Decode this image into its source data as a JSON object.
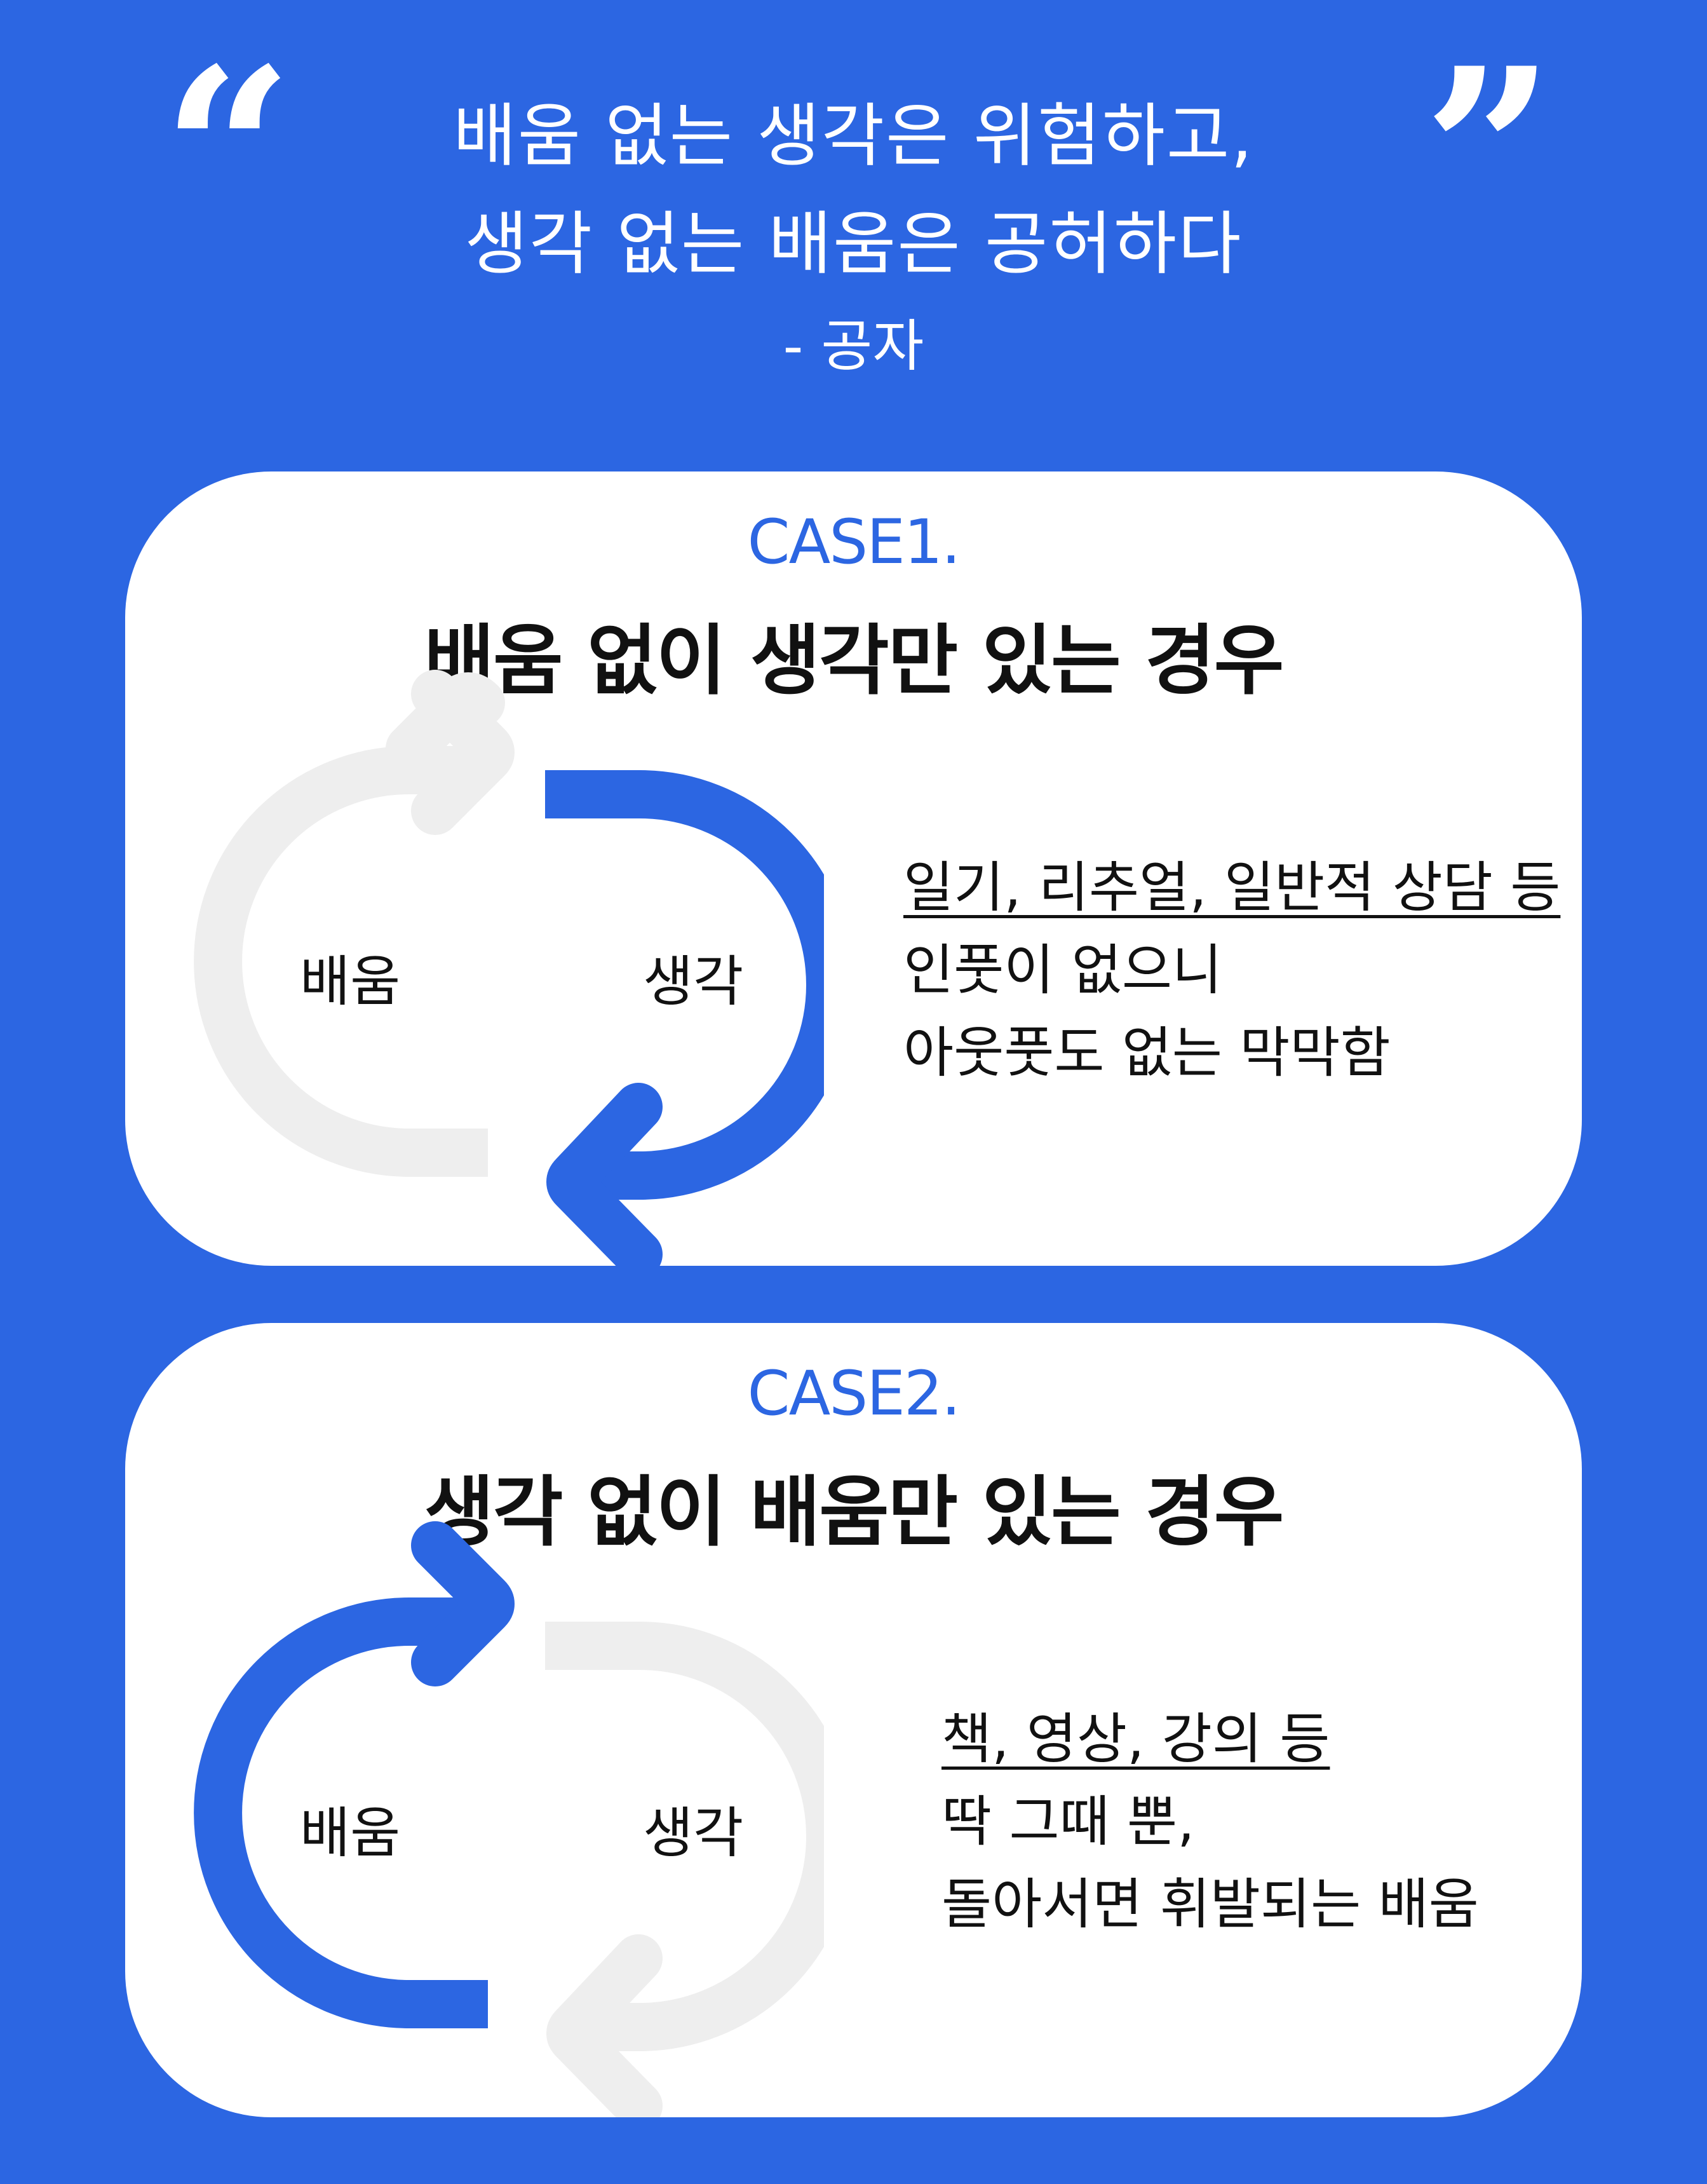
{
  "quote": {
    "open_mark": "“",
    "close_mark": "”",
    "line1": "배움 없는 생각은 위험하고,",
    "line2": "생각 없는 배움은 공허하다",
    "author": "- 공자"
  },
  "cases": [
    {
      "label": "CASE1.",
      "title": "배움 없이 생각만 있는 경우",
      "left_node": "배움",
      "right_node": "생각",
      "active_arc": "생각",
      "desc_line1": "일기, 리추얼, 일반적 상담 등",
      "desc_line2": "인풋이 없으니",
      "desc_line3": "아웃풋도 없는 막막함"
    },
    {
      "label": "CASE2.",
      "title": "생각 없이 배움만 있는 경우",
      "left_node": "배움",
      "right_node": "생각",
      "active_arc": "배움",
      "desc_line1": "책, 영상, 강의 등",
      "desc_line2": "딱 그때 뿐,",
      "desc_line3": "돌아서면 휘발되는 배움"
    }
  ],
  "colors": {
    "background": "#2C66E2",
    "accent": "#2C66E2",
    "inactive": "#EEEEEE",
    "card": "#FFFFFF",
    "text": "#111111"
  },
  "icons": [
    "cycle-arrow-icon"
  ]
}
